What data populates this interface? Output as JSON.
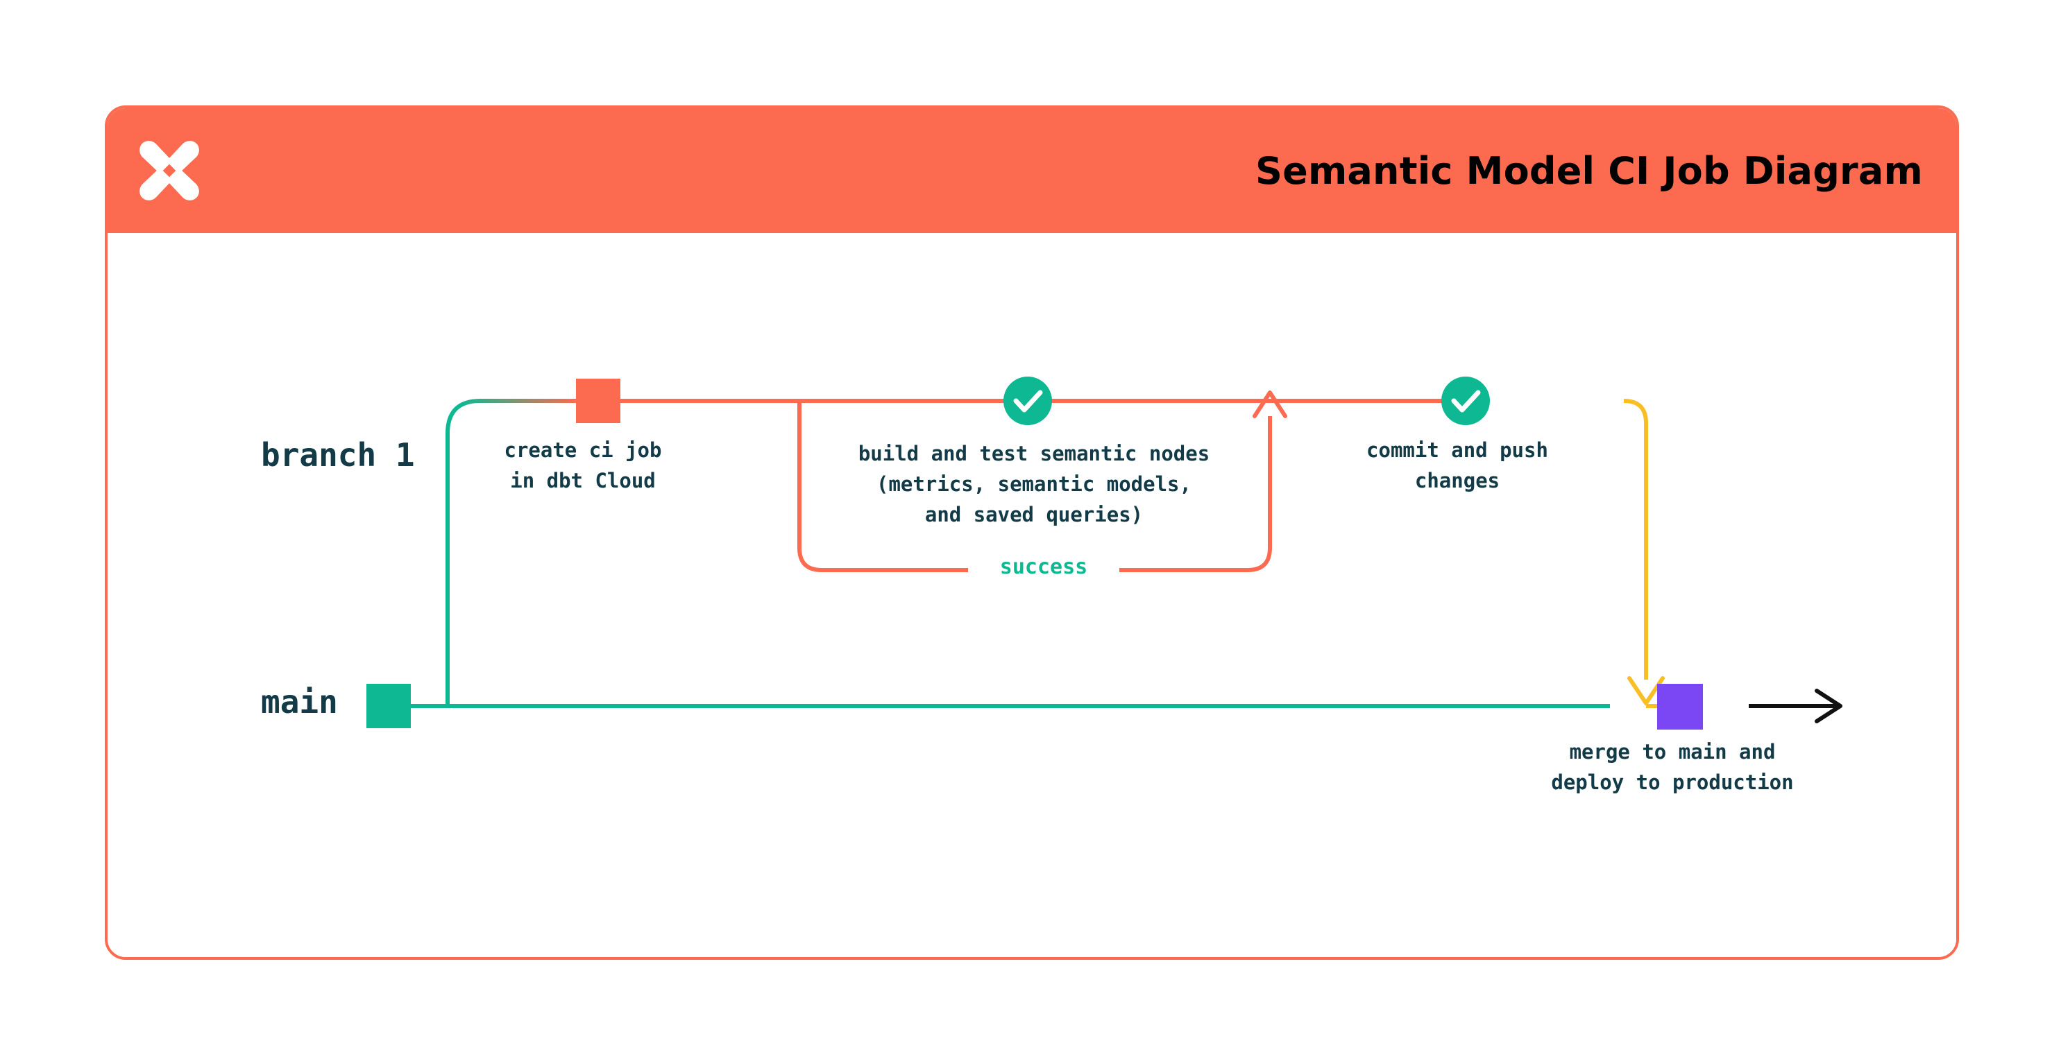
{
  "card": {
    "title": "Semantic Model CI Job Diagram",
    "logo_icon": "dbt-logo-icon",
    "header_color": "#FC6B50",
    "border_color": "#FC6B50"
  },
  "lanes": [
    {
      "name": "branch-1",
      "label": "branch 1",
      "marker_color": "#FC6B50"
    },
    {
      "name": "main",
      "label": "main",
      "marker_color": "#0DB892"
    }
  ],
  "nodes": [
    {
      "id": "create-ci-job",
      "marker": "square",
      "marker_color": "#FC6B50",
      "label": "create ci job\nin dbt Cloud"
    },
    {
      "id": "build-and-test",
      "marker": "check-circle",
      "marker_color": "#0DB892",
      "label": "build and test semantic nodes\n(metrics, semantic models,\nand saved queries)"
    },
    {
      "id": "commit-and-push",
      "marker": "check-circle",
      "marker_color": "#0DB892",
      "label": "commit and push\nchanges"
    },
    {
      "id": "merge-to-main",
      "marker": "square",
      "marker_color": "#7B47F5",
      "label": "merge to main and\ndeploy to production"
    }
  ],
  "edges": {
    "success_label": "success",
    "success_label_color": "#0DB892",
    "branch_line_color": "#FC6B50",
    "main_line_color": "#0DB892",
    "merge_line_color": "#F9BE23",
    "production_line_color": "#111111"
  }
}
